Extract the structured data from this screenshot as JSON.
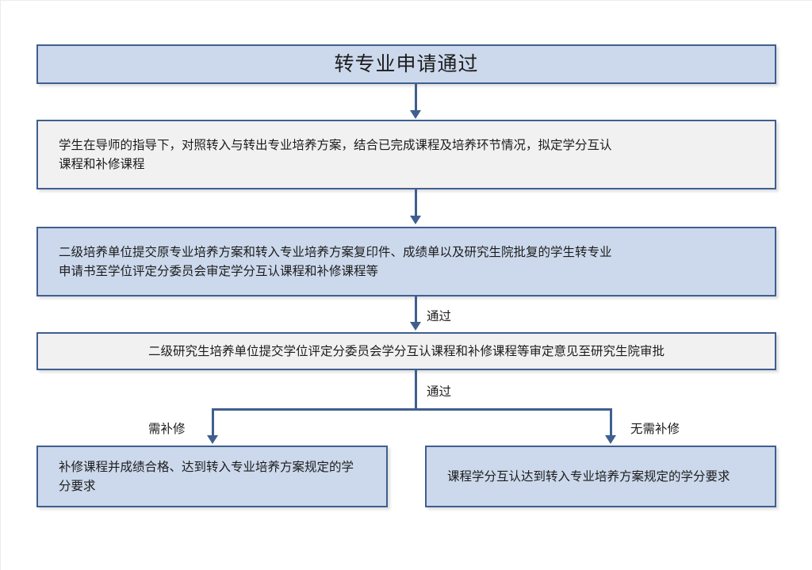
{
  "diagram": {
    "title_node": {
      "text": "转专业申请通过",
      "fill": "#ccd9ec",
      "border": "#3f5f8f"
    },
    "nodes": [
      {
        "id": "plan",
        "text": "学生在导师的指导下，对照转入与转出专业培养方案，结合已完成课程及培养环节情况，拟定学分互认\n课程和补修课程",
        "fill": "#f1f1f1"
      },
      {
        "id": "submit",
        "text": "二级培养单位提交原专业培养方案和转入专业培养方案复印件、成绩单以及研究生院批复的学生转专业\n申请书至学位评定分委员会审定学分互认课程和补修课程等",
        "fill": "#ccd9ec"
      },
      {
        "id": "review",
        "text": "二级研究生培养单位提交学位评定分委员会学分互认课程和补修课程等审定意见至研究生院审批",
        "fill": "#f1f1f1"
      },
      {
        "id": "makeup",
        "text": "补修课程并成绩合格、达到转入专业培养方案规定的学分要求",
        "fill": "#ccd9ec"
      },
      {
        "id": "exempt",
        "text": "课程学分互认达到转入专业培养方案规定的学分要求",
        "fill": "#ccd9ec"
      }
    ],
    "edge_labels": {
      "pass_1": "通过",
      "pass_2": "通过",
      "need_makeup": "需补修",
      "no_makeup": "无需补修"
    },
    "colors": {
      "connector": "#3f5f8f",
      "box_border": "#3f5f8f",
      "fill_blue": "#ccd9ec",
      "fill_gray": "#f1f1f1",
      "background": "#ffffff",
      "text": "#1c1c1c"
    }
  }
}
